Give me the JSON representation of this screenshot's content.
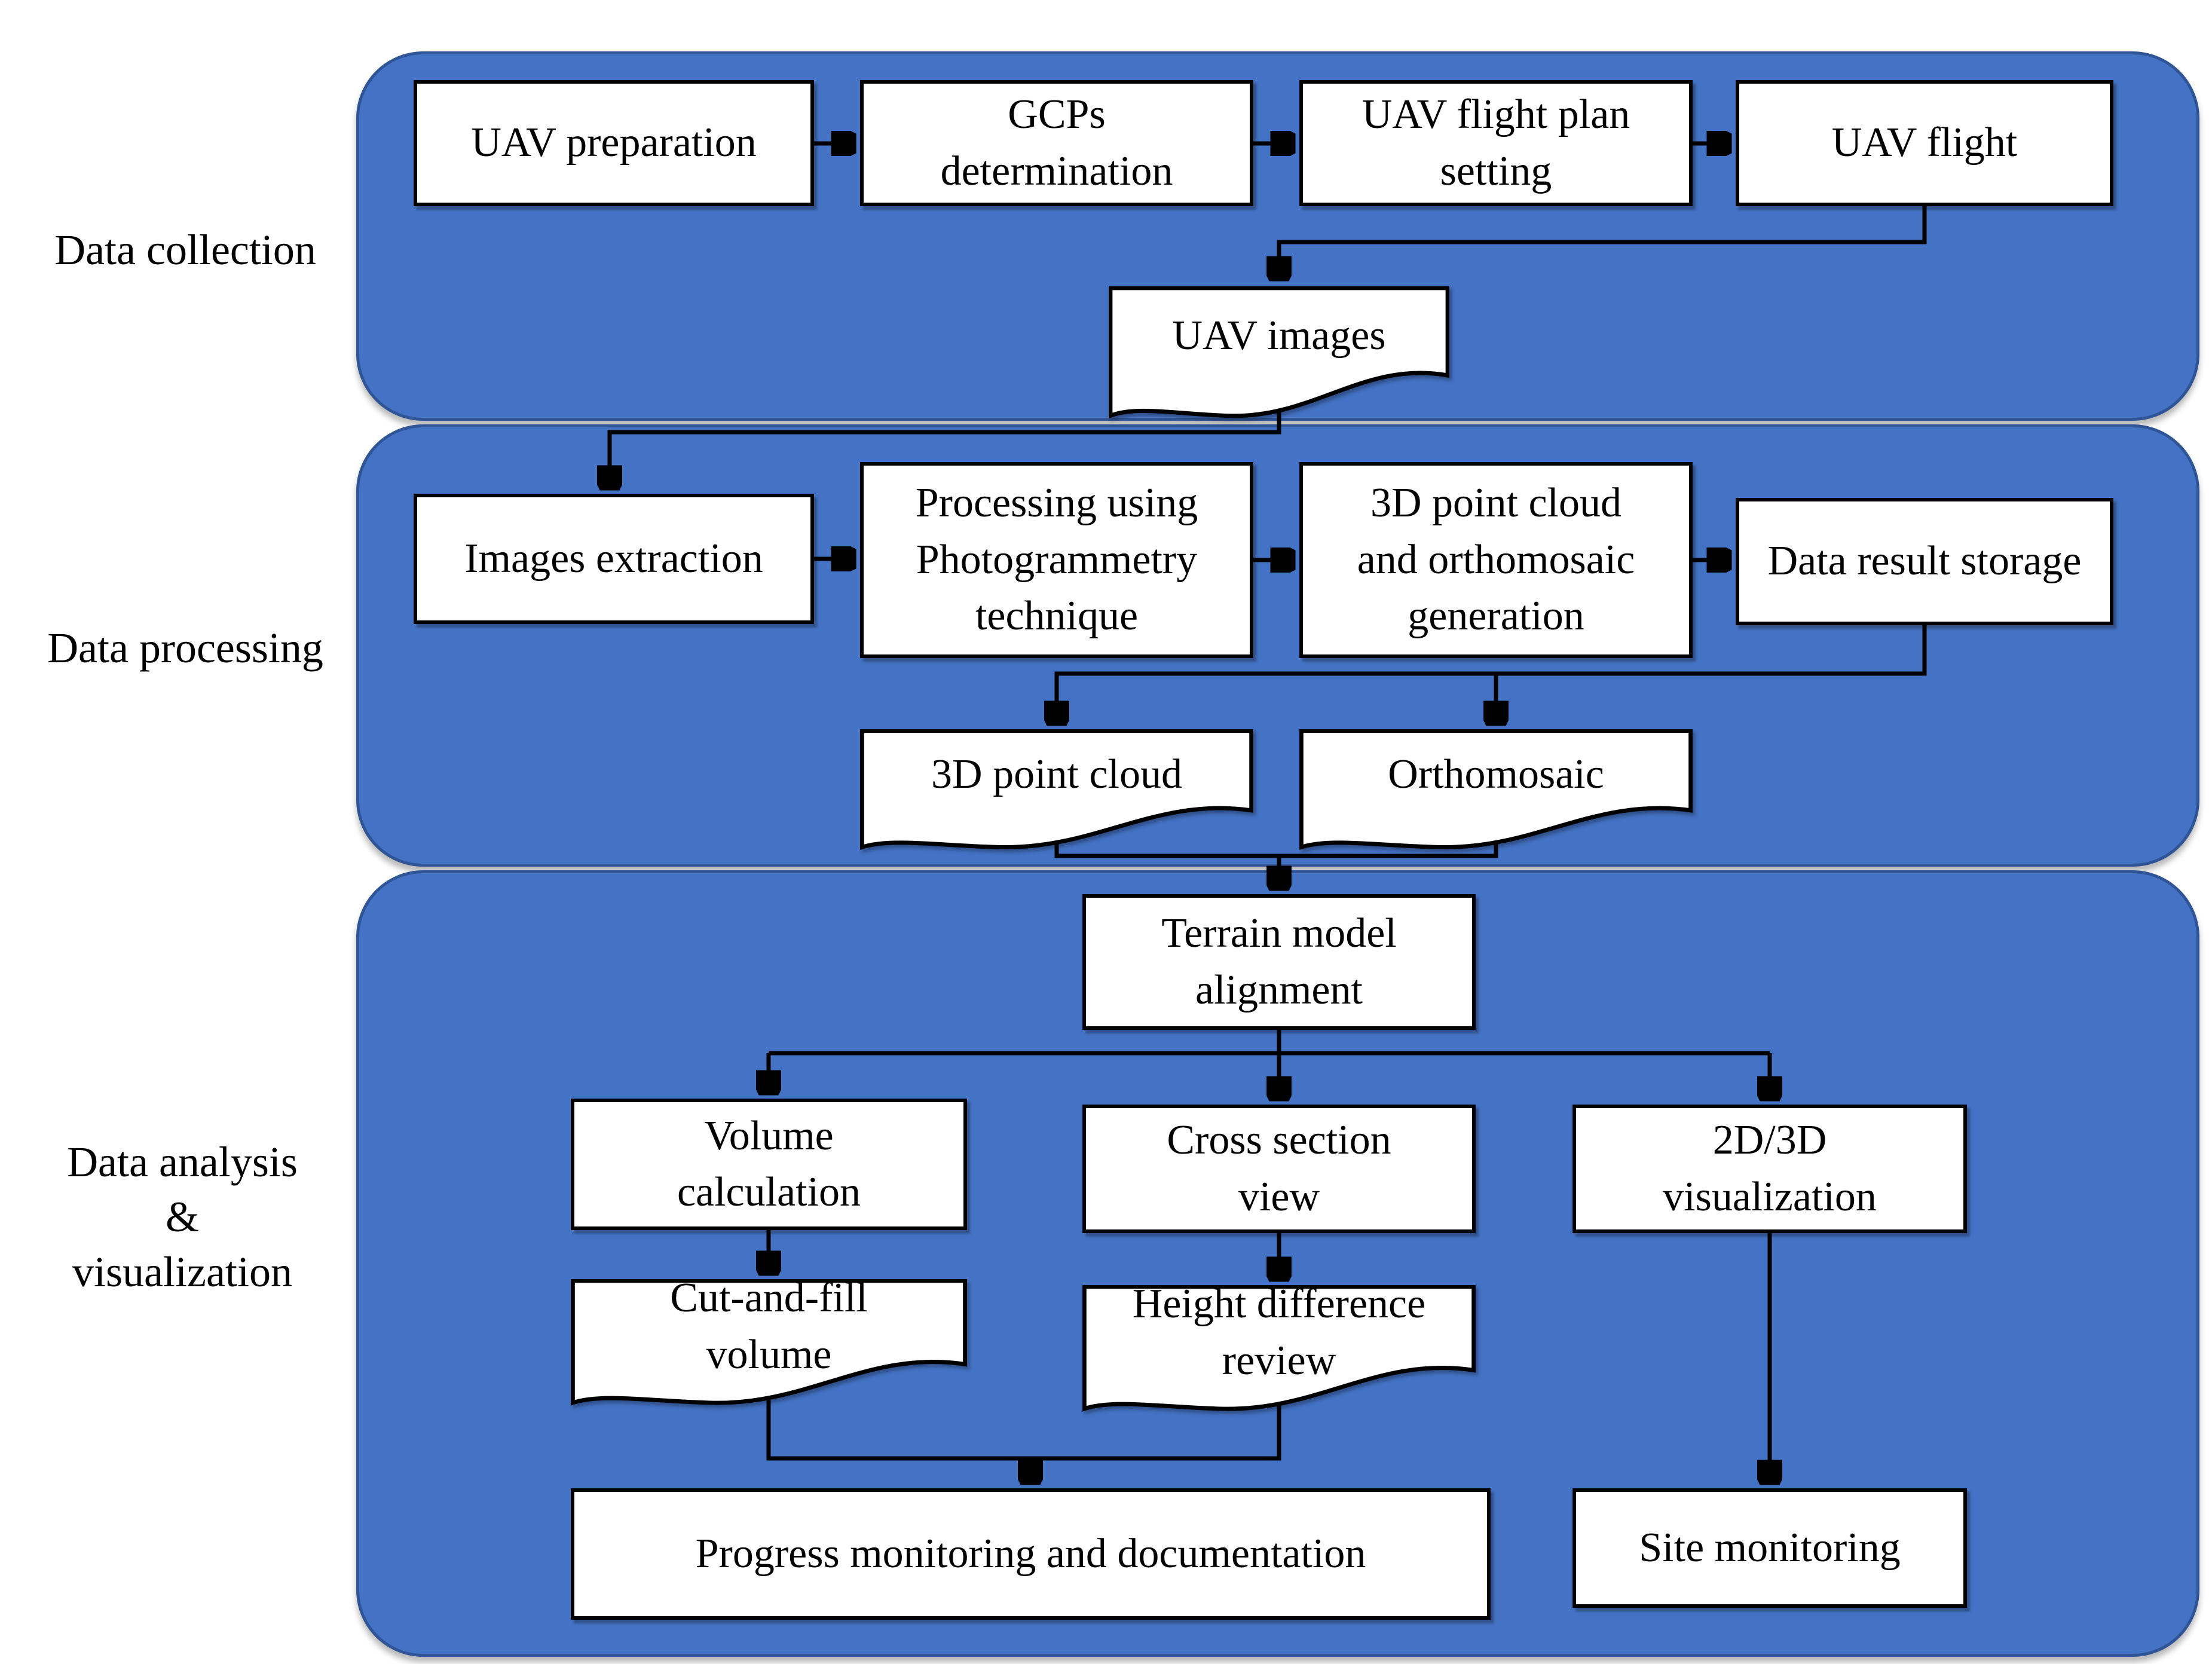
{
  "title": "UAV data workflow diagram",
  "colors": {
    "panel_fill": "#4472C4",
    "panel_border": "#2F5597",
    "node_fill": "#FFFFFF",
    "node_border": "#000000",
    "connector": "#000000",
    "text": "#000000",
    "page_background": "#FFFFFF"
  },
  "sections": [
    {
      "id": "data-collection",
      "label": "Data collection"
    },
    {
      "id": "data-processing",
      "label": "Data processing"
    },
    {
      "id": "data-analysis",
      "label": "Data analysis\n&\nvisualization"
    }
  ],
  "nodes": [
    {
      "id": "uav-preparation",
      "shape": "process",
      "label": "UAV preparation"
    },
    {
      "id": "gcps-determination",
      "shape": "process",
      "label": "GCPs\ndetermination"
    },
    {
      "id": "uav-flight-plan-setting",
      "shape": "process",
      "label": "UAV flight plan\nsetting"
    },
    {
      "id": "uav-flight",
      "shape": "process",
      "label": "UAV flight"
    },
    {
      "id": "uav-images",
      "shape": "document",
      "label": "UAV images"
    },
    {
      "id": "images-extraction",
      "shape": "process",
      "label": "Images extraction"
    },
    {
      "id": "photogrammetry-processing",
      "shape": "process",
      "label": "Processing using\nPhotogrammetry\ntechnique"
    },
    {
      "id": "pointcloud-orthomosaic-generation",
      "shape": "process",
      "label": "3D point cloud\nand orthomosaic\ngeneration"
    },
    {
      "id": "data-result-storage",
      "shape": "process",
      "label": "Data result storage"
    },
    {
      "id": "point-cloud-3d",
      "shape": "document",
      "label": "3D point cloud"
    },
    {
      "id": "orthomosaic",
      "shape": "document",
      "label": "Orthomosaic"
    },
    {
      "id": "terrain-model-alignment",
      "shape": "process",
      "label": "Terrain model\nalignment"
    },
    {
      "id": "volume-calculation",
      "shape": "process",
      "label": "Volume\ncalculation"
    },
    {
      "id": "cross-section-view",
      "shape": "process",
      "label": "Cross section\nview"
    },
    {
      "id": "visualization-2d-3d",
      "shape": "process",
      "label": "2D/3D\nvisualization"
    },
    {
      "id": "cut-and-fill-volume",
      "shape": "document",
      "label": "Cut-and-fill\nvolume"
    },
    {
      "id": "height-difference-review",
      "shape": "document",
      "label": "Height difference\nreview"
    },
    {
      "id": "progress-monitoring",
      "shape": "process",
      "label": "Progress monitoring and documentation"
    },
    {
      "id": "site-monitoring",
      "shape": "process",
      "label": "Site monitoring"
    }
  ]
}
